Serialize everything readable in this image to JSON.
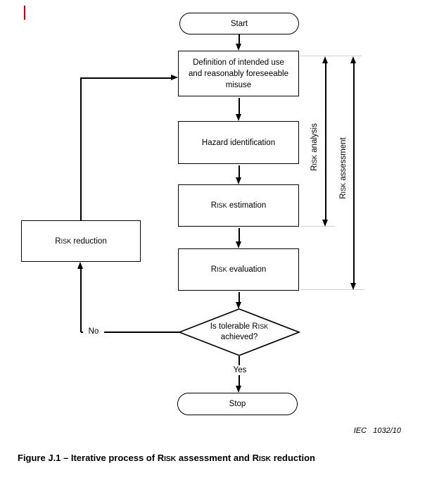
{
  "figure": {
    "nodes": {
      "start": "Start",
      "definition": "Definition of intended use and reasonably foreseeable misuse",
      "hazard_identification": "Hazard identification",
      "risk_estimation": "RISK estimation",
      "risk_evaluation": "RISK evaluation",
      "risk_reduction": "RISK reduction",
      "decision": "Is tolerable RISK achieved?",
      "stop": "Stop"
    },
    "edge_labels": {
      "yes": "Yes",
      "no": "No"
    },
    "side_brackets": {
      "risk_analysis": "RISK analysis",
      "risk_assessment": "RISK assessment"
    },
    "reference": "IEC   1032/10",
    "caption": "Figure J.1 – Iterative process of RISK assessment and RISK reduction"
  },
  "colors": {
    "line": "#000000",
    "leader_line": "#d0d0d0",
    "change_bar": "#cc0000",
    "background": "#ffffff",
    "text": "#000000"
  }
}
